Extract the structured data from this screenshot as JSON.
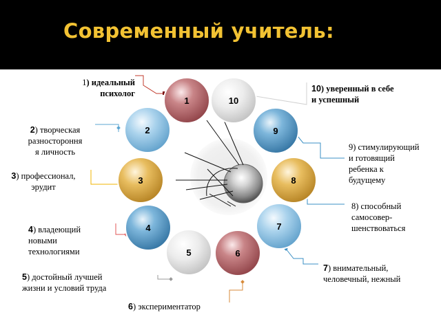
{
  "title": "Современный учитель:",
  "colors": {
    "title": "#f2c233",
    "header": "#000000",
    "maroon": "#a85f63",
    "blue": "#4e92c0",
    "gold": "#d6a23c",
    "silver": "#dcdcdc"
  },
  "balls": [
    {
      "number": "1",
      "color": "maroon"
    },
    {
      "number": "10",
      "color": "silver"
    },
    {
      "number": "2",
      "color": "light-blue"
    },
    {
      "number": "9",
      "color": "blue"
    },
    {
      "number": "3",
      "color": "gold"
    },
    {
      "number": "8",
      "color": "gold"
    },
    {
      "number": "4",
      "color": "blue"
    },
    {
      "number": "7",
      "color": "light-blue"
    },
    {
      "number": "5",
      "color": "silver"
    },
    {
      "number": "6",
      "color": "maroon"
    }
  ],
  "labels": {
    "l1": {
      "n": "1",
      "line1": ") идеальный",
      "line2": "психолог"
    },
    "l2": {
      "n": "2",
      "line1": ") творческая",
      "line2": "разностороння",
      "line3": "я личность"
    },
    "l3": {
      "n": "3",
      "line1": ") профессионал,",
      "line2": "эрудит"
    },
    "l4": {
      "n": "4",
      "line1": ") владеющий",
      "line2": "новыми",
      "line3": "технологиями"
    },
    "l5": {
      "n": "5",
      "line1": ") достойный лучшей",
      "line2": "жизни  и условий труда"
    },
    "l6": {
      "n": "6",
      "line1": ") экспериментатор"
    },
    "l7": {
      "n": "7",
      "line1": ") внимательный,",
      "line2": "человечный, нежный"
    },
    "l8": {
      "n": "8",
      "line1": ") способный",
      "line2": "самосовер-",
      "line3": "шенствоваться"
    },
    "l9": {
      "n": "9",
      "line1": ") стимулирующий",
      "line2": "и готовящий",
      "line3": "ребенка к",
      "line4": "будущему"
    },
    "l10": {
      "n": "10",
      "line1": ") уверенный в себе",
      "line2": "и успешный"
    }
  }
}
